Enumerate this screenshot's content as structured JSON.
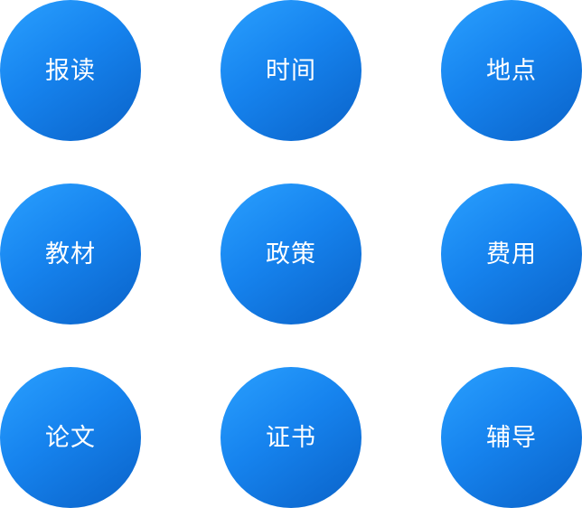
{
  "colors": {
    "circle_gradient_start": "#2aa0ff",
    "circle_gradient_end": "#0a62c8",
    "label": "#ffffff",
    "background": "#ffffff"
  },
  "categories": [
    {
      "label": "报读"
    },
    {
      "label": "时间"
    },
    {
      "label": "地点"
    },
    {
      "label": "教材"
    },
    {
      "label": "政策"
    },
    {
      "label": "费用"
    },
    {
      "label": "论文"
    },
    {
      "label": "证书"
    },
    {
      "label": "辅导"
    }
  ]
}
